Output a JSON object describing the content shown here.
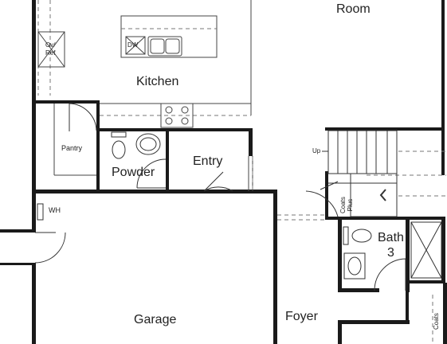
{
  "rooms": {
    "room": "Room",
    "kitchen": "Kitchen",
    "pantry": "Pantry",
    "powder": "Powder",
    "entry": "Entry",
    "garage": "Garage",
    "foyer": "Foyer",
    "bath3": "Bath\n3",
    "wh": "WH"
  },
  "fixtures": {
    "dw": "DW",
    "oven": "Ov/\nRef",
    "up": "Up",
    "coats_plus": "Coats\nPlus",
    "coats": "Coats"
  },
  "colors": {
    "wall": "#1a1a1a",
    "fixture": "#444444",
    "dashed": "#777777"
  }
}
